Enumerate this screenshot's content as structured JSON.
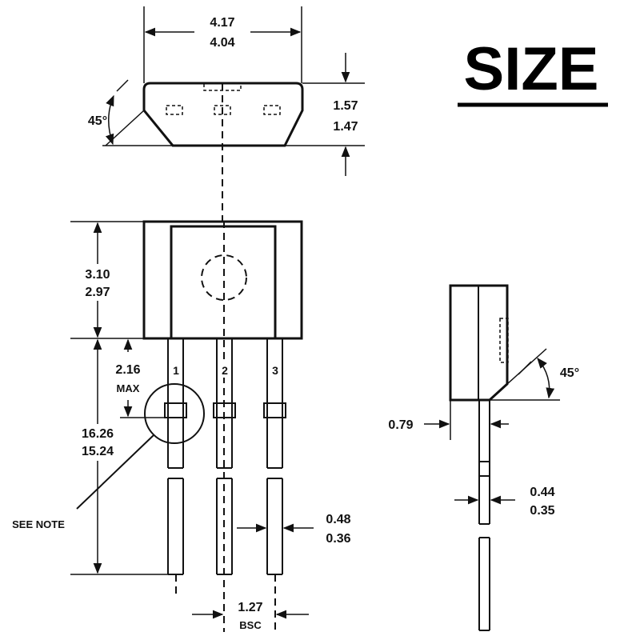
{
  "title": "SIZE",
  "top_view": {
    "width_max": "4.17",
    "width_min": "4.04",
    "height_max": "1.57",
    "height_min": "1.47",
    "chamfer_angle": "45°"
  },
  "front_view": {
    "body_height_max": "3.10",
    "body_height_min": "2.97",
    "standoff_max": "2.16",
    "standoff_label": "MAX",
    "lead_length_max": "16.26",
    "lead_length_min": "15.24",
    "see_note": "SEE NOTE",
    "pins": [
      "1",
      "2",
      "3"
    ],
    "lead_width_max": "0.48",
    "lead_width_min": "0.36",
    "pitch": "1.27",
    "pitch_label": "BSC"
  },
  "side_view": {
    "chamfer_angle": "45°",
    "tab_offset": "0.79",
    "lead_thickness_max": "0.44",
    "lead_thickness_min": "0.35"
  }
}
